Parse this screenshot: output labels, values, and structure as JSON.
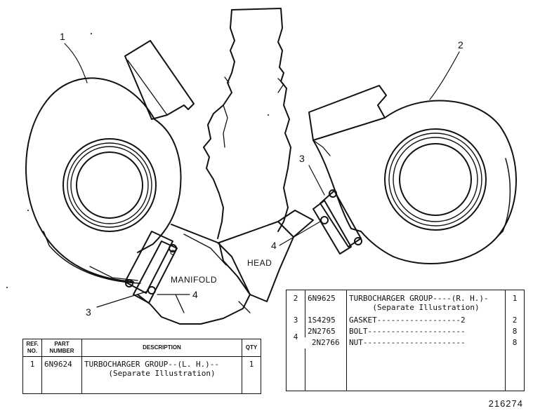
{
  "callouts": {
    "one": "1",
    "two": "2",
    "three_right": "3",
    "four_right": "4",
    "three_left": "3",
    "four_left": "4"
  },
  "labels": {
    "manifold": "MANIFOLD",
    "head": "HEAD"
  },
  "table_left": {
    "headers": [
      "REF. NO.",
      "PART NUMBER",
      "DESCRIPTION",
      "QTY"
    ],
    "rows": [
      {
        "ref": "1",
        "part": "6N9624",
        "desc": "TURBOCHARGER GROUP--(L. H.)--",
        "sub": "(Separate Illustration)",
        "qty": "1"
      }
    ]
  },
  "table_right": {
    "rows": [
      {
        "ref": "2",
        "part": "6N9625",
        "desc": "TURBOCHARGER GROUP----(R. H.)-",
        "sub": "(Separate Illustration)",
        "qty": "1"
      },
      {
        "ref": "3",
        "part": "1S4295",
        "desc": "GASKET------------------2",
        "sub": "",
        "qty": "2"
      },
      {
        "ref": "4",
        "part": "2N2765",
        "desc": "BOLT---------------------",
        "sub": "",
        "qty": "8"
      },
      {
        "ref": "",
        "part": "2N2766",
        "desc": "NUT----------------------",
        "sub": "",
        "qty": "8"
      }
    ]
  },
  "document_number": "216274"
}
